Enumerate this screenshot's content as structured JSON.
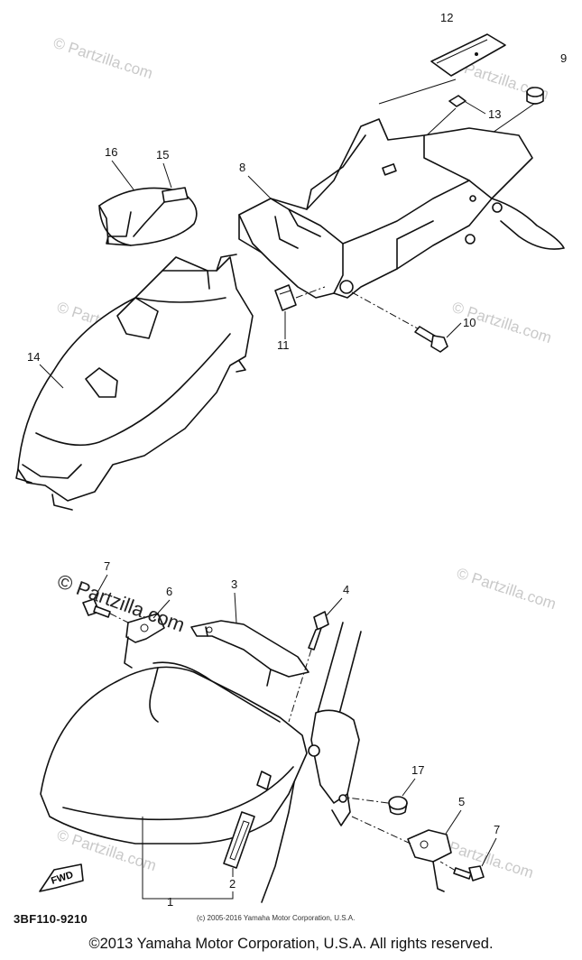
{
  "diagram": {
    "callouts": {
      "c1": "1",
      "c2": "2",
      "c3": "3",
      "c4": "4",
      "c5": "5",
      "c6": "6",
      "c7a": "7",
      "c7b": "7",
      "c8": "8",
      "c9": "9",
      "c10": "10",
      "c11": "11",
      "c12": "12",
      "c13": "13",
      "c14": "14",
      "c15": "15",
      "c16": "16",
      "c17": "17"
    },
    "fwd_label": "FWD",
    "diagram_code": "3BF110-9210",
    "inner_copyright": "(c) 2005-2016 Yamaha Motor Corporation, U.S.A.",
    "watermark_text": "© Partzilla.com",
    "watermark_partzilla": "© Partzilla.com"
  },
  "footer": {
    "copyright": "©2013 Yamaha Motor Corporation, U.S.A. All rights reserved."
  }
}
